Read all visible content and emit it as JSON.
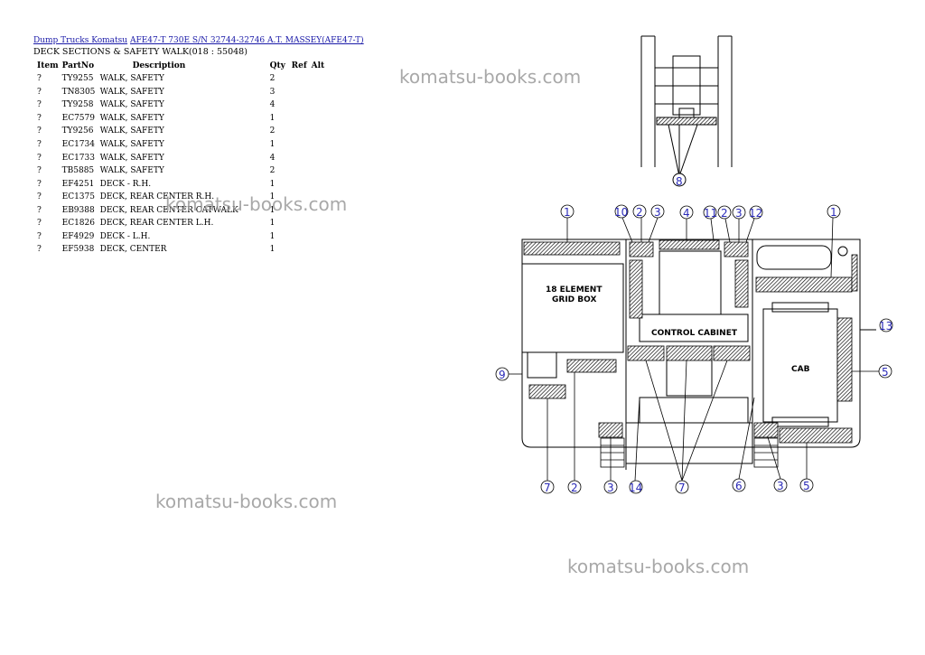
{
  "breadcrumb": {
    "link1": "Dump Trucks Komatsu",
    "link2": "AFE47-T 730E S/N 32744-32746 A.T. MASSEY(AFE47-T)"
  },
  "section_title": "DECK SECTIONS & SAFETY WALK(018 : 55048)",
  "table": {
    "headers": [
      "Item",
      "PartNo",
      "Description",
      "Qty",
      "Ref",
      "Alt"
    ],
    "rows": [
      {
        "item": "?",
        "part": "TY9255",
        "desc": "WALK, SAFETY",
        "qty": "2"
      },
      {
        "item": "?",
        "part": "TN8305",
        "desc": "WALK, SAFETY",
        "qty": "3"
      },
      {
        "item": "?",
        "part": "TY9258",
        "desc": "WALK, SAFETY",
        "qty": "4"
      },
      {
        "item": "?",
        "part": "EC7579",
        "desc": "WALK, SAFETY",
        "qty": "1"
      },
      {
        "item": "?",
        "part": "TY9256",
        "desc": "WALK, SAFETY",
        "qty": "2"
      },
      {
        "item": "?",
        "part": "EC1734",
        "desc": "WALK, SAFETY",
        "qty": "1"
      },
      {
        "item": "?",
        "part": "EC1733",
        "desc": "WALK, SAFETY",
        "qty": "4"
      },
      {
        "item": "?",
        "part": "TB5885",
        "desc": "WALK, SAFETY",
        "qty": "2"
      },
      {
        "item": "?",
        "part": "EF4251",
        "desc": "DECK - R.H.",
        "qty": "1"
      },
      {
        "item": "?",
        "part": "EC1375",
        "desc": "DECK, REAR CENTER R.H.",
        "qty": "1"
      },
      {
        "item": "?",
        "part": "EB9388",
        "desc": "DECK, REAR CENTER CATWALK",
        "qty": "1"
      },
      {
        "item": "?",
        "part": "EC1826",
        "desc": "DECK, REAR CENTER L.H.",
        "qty": "1"
      },
      {
        "item": "?",
        "part": "EF4929",
        "desc": "DECK - L.H.",
        "qty": "1"
      },
      {
        "item": "?",
        "part": "EF5938",
        "desc": "DECK, CENTER",
        "qty": "1"
      }
    ]
  },
  "watermark_text": "komatsu-books.com",
  "diagram": {
    "labels": {
      "grid_box_1": "18 ELEMENT",
      "grid_box_2": "GRID BOX",
      "control_cabinet": "CONTROL CABINET",
      "cab": "CAB"
    },
    "callouts": {
      "c8": "8",
      "t1a": "1",
      "t10": "10",
      "t2a": "2",
      "t3a": "3",
      "t4": "4",
      "t11": "11",
      "t2b": "2",
      "t3b": "3",
      "t12": "12",
      "t1b": "1",
      "r13": "13",
      "r5": "5",
      "l9": "9",
      "b7a": "7",
      "b2": "2",
      "b3a": "3",
      "b14": "14",
      "b7b": "7",
      "b6": "6",
      "b3b": "3",
      "b5": "5"
    }
  }
}
